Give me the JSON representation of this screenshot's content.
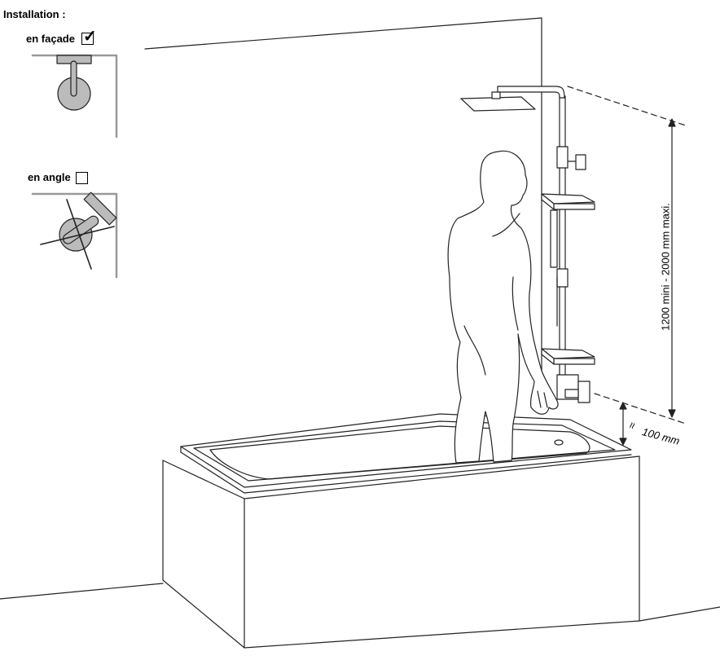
{
  "installation": {
    "title": "Installation :",
    "options": [
      {
        "label": "en façade",
        "checked": true,
        "check_glyph": "✓"
      },
      {
        "label": "en angle",
        "checked": false
      }
    ]
  },
  "dimensions": {
    "height_range": "1200 mini - 2000 mm maxi.",
    "approx_symbol": "≈",
    "above_tub": "100 mm"
  }
}
